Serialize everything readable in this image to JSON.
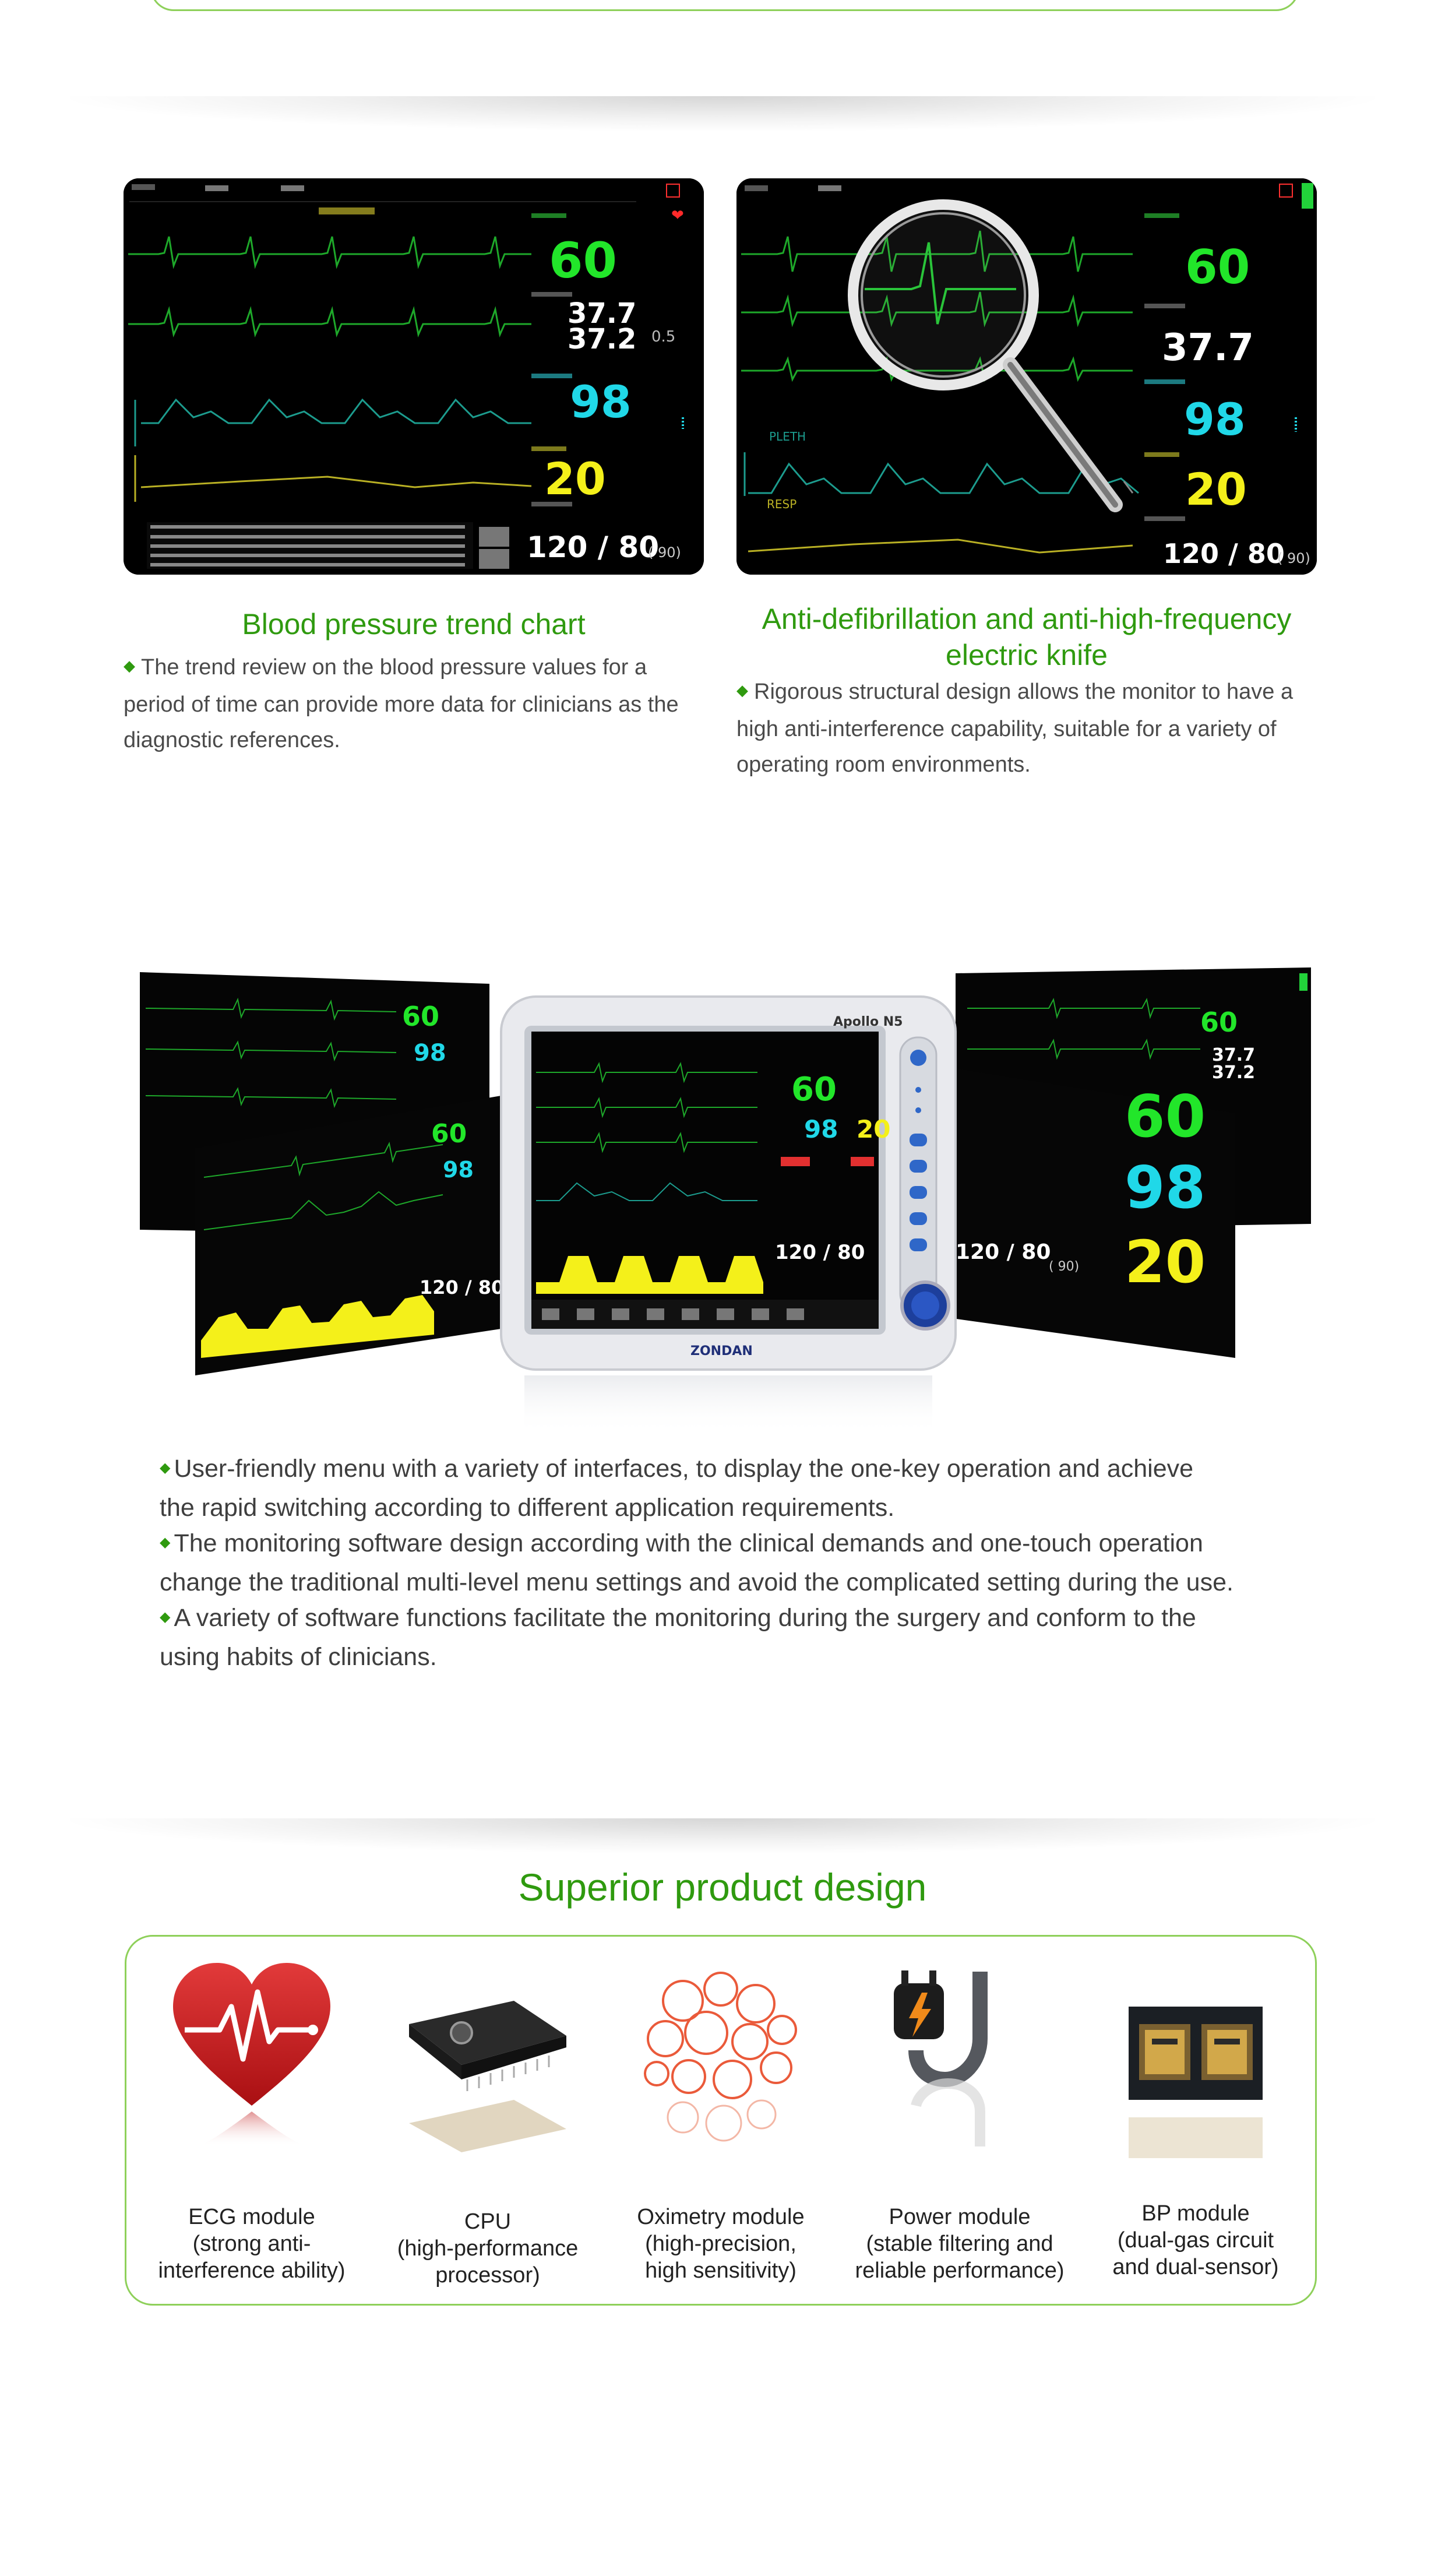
{
  "features": [
    {
      "title": "Blood pressure trend chart",
      "text": "The trend review on the blood pressure values for a period of time can provide more data for clinicians as the diagnostic references."
    },
    {
      "title_line1": "Anti-defibrillation and anti-high-frequency",
      "title_line2": "electric knife",
      "text": "Rigorous structural design allows the monitor to have a high anti-interference capability, suitable for a variety of operating room environments."
    }
  ],
  "screen_left": {
    "hr": "60",
    "temp1": "37.7",
    "temp2": "37.2",
    "temp_diff": "0.5",
    "spo2": "98",
    "resp": "20",
    "nibp": "120 / 80",
    "map": "( 90)"
  },
  "screen_right": {
    "hr": "60",
    "temp": "37.7",
    "spo2": "98",
    "resp": "20",
    "nibp": "120 / 80",
    "map": "( 90)",
    "pleth_label": "PLETH",
    "resp_label": "RESP"
  },
  "device": {
    "model": "Apollo N5",
    "brand": "ZONDAN",
    "screen_hr": "60",
    "screen_spo2": "98",
    "screen_resp": "20",
    "screen_nibp": "120 / 80",
    "side_hr": "60",
    "side_spo2": "98",
    "side_resp": "20",
    "side_temp1": "37.7",
    "side_temp2": "37.2",
    "side_nibp": "120 / 80",
    "side_map": "( 90)"
  },
  "bullets": [
    {
      "line1": "User-friendly menu with a variety of interfaces, to display the one-key operation and achieve",
      "line2": "the rapid switching according to different application requirements."
    },
    {
      "line1": "The monitoring software design according with the clinical demands and one-touch operation",
      "line2": "change the traditional multi-level menu settings and avoid the complicated setting during the use."
    },
    {
      "line1": "A variety of software functions facilitate the monitoring during the surgery and conform to the",
      "line2": "using habits of clinicians."
    }
  ],
  "section_heading": "Superior product design",
  "modules": [
    {
      "icon": "heart-ecg-icon",
      "line1": "ECG module",
      "line2": "(strong anti-",
      "line3": "interference ability)"
    },
    {
      "icon": "cpu-chip-icon",
      "line1": "CPU",
      "line2": "(high-performance",
      "line3": "processor)"
    },
    {
      "icon": "blood-cells-icon",
      "line1": "Oximetry module",
      "line2": "(high-precision,",
      "line3": "high sensitivity)"
    },
    {
      "icon": "power-plug-icon",
      "line1": "Power module",
      "line2": "(stable filtering and",
      "line3": "reliable performance)"
    },
    {
      "icon": "bp-sensor-icon",
      "line1": "BP module",
      "line2": "(dual-gas circuit",
      "line3": "and dual-sensor)"
    }
  ],
  "colors": {
    "accent": "#2f9a0f",
    "border": "#8ed05a",
    "hr": "#22e62a",
    "spo2": "#20d8e8",
    "resp": "#f4f01a"
  }
}
